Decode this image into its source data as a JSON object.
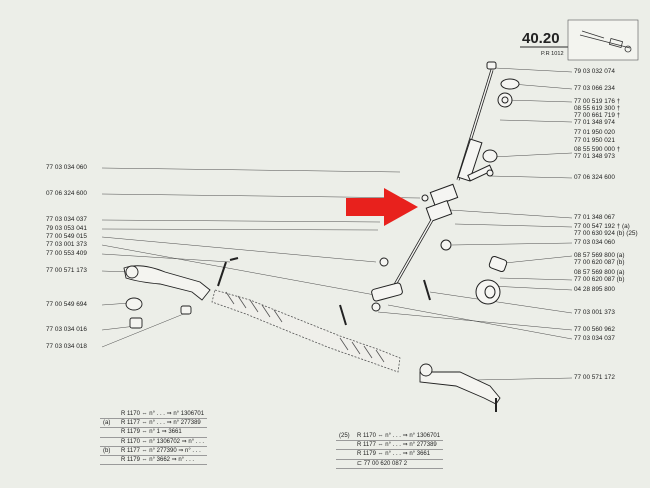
{
  "header": {
    "page_number": "40.20",
    "page_ref": "P.R 1012"
  },
  "labels_left": [
    "77 03 034 060",
    "07 06 324 600",
    "77 03 034 037",
    "79 03 053 041",
    "77 00 549 015",
    "77 03 001 373",
    "77 00 553 409",
    "77 00 571 173",
    "77 00 549 694",
    "77 03 034 016",
    "77 03 034 018"
  ],
  "labels_right": [
    "79 03 032 074",
    "77 03 066 234",
    "77 00 519 176 †",
    "08 55 619 300 †",
    "77 00 661 719 †",
    "77 01 348 974",
    "77 01 950 020",
    "77 01 950 021",
    "08 55 590 000 †",
    "77 01 348 973",
    "07 06 324 600",
    "77 01 348 067",
    "77 00 547 192 † (a)",
    "77 00 630 924 (b) (25)",
    "77 03 034 060",
    "08 57 569 800 (a)",
    "77 00 620 087 (b)",
    "08 57 569 800 (a)",
    "77 00 620 087 (b)",
    "04 28 895 800",
    "77 03 001 373",
    "77 00 560 962",
    "77 03 034 037",
    "77 00 571 172"
  ],
  "footnotes_left": [
    {
      "key": "",
      "text": "R 1170  ⇔ n° . . .  ⇒ n° 1306701"
    },
    {
      "key": "(a)",
      "text": "R 1177  ⇔ n° . . .  ⇒ n° 277389"
    },
    {
      "key": "",
      "text": "R 1179  ⇔ n° 1  ⇒ 3661"
    },
    {
      "key": "",
      "text": "R 1170  ⇔ n° 1306702  ⇒ n° . . ."
    },
    {
      "key": "(b)",
      "text": "R 1177  ⇔ n° 277390  ⇒ n° . . ."
    },
    {
      "key": "",
      "text": "R 1179  ⇔ n° 3662  ⇒ n° . . ."
    }
  ],
  "footnotes_right": [
    {
      "key": "(25)",
      "text": "R 1170  ⇔ n° . . .  ⇒ n° 1306701"
    },
    {
      "key": "",
      "text": "R 1177  ⇔ n° . . .  ⇒ n° 277389"
    },
    {
      "key": "",
      "text": "R 1179  ⇔ n° . . .  ⇒ n° 3661"
    },
    {
      "key": "",
      "text": "⊏ 77 00 620 087  2"
    }
  ],
  "colors": {
    "paper": "#eceee8",
    "ink": "#1d1d1d",
    "highlight_arrow": "#e8211d"
  },
  "icons": [
    "steering-rack-thumbnail-icon",
    "red-pointer-arrow-icon"
  ]
}
